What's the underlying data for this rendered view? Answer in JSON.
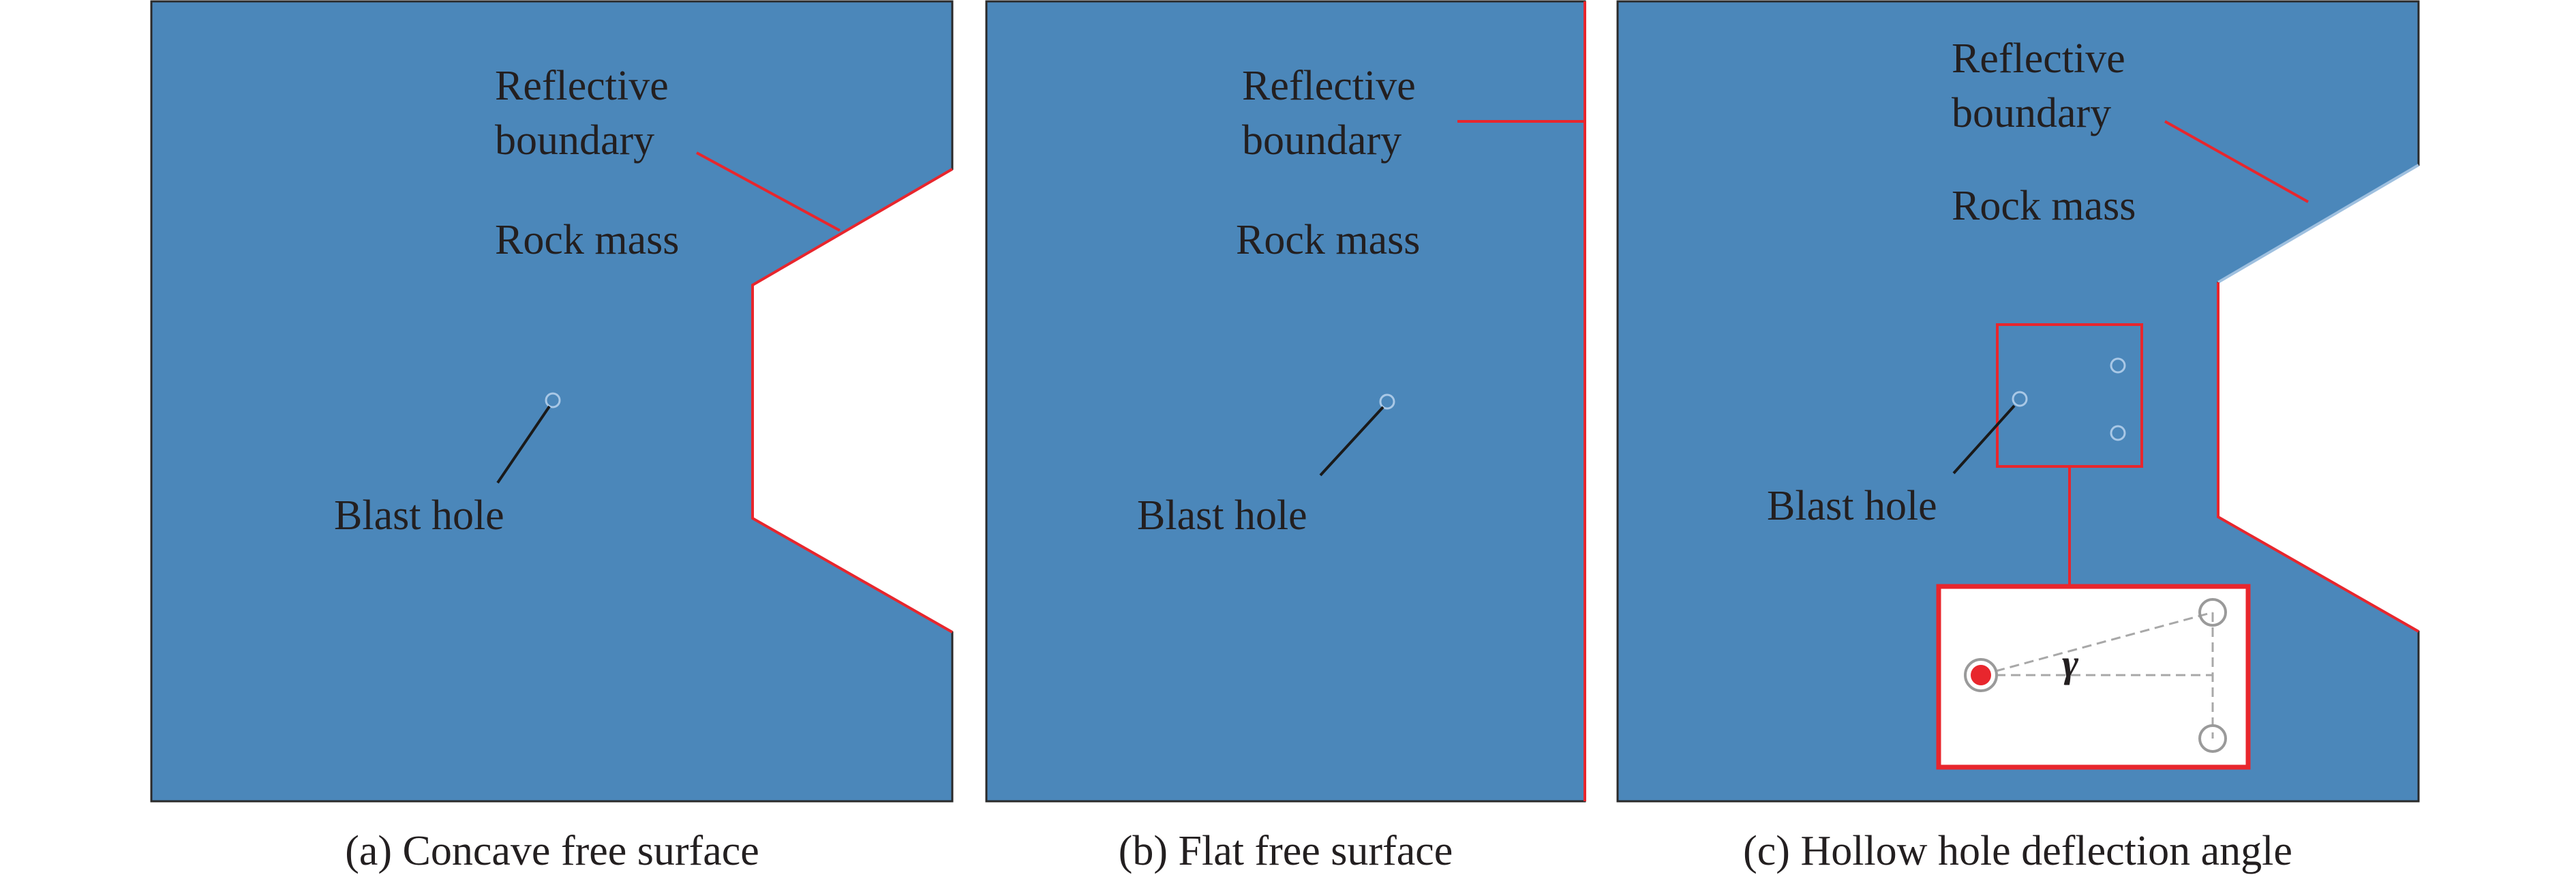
{
  "colors": {
    "rock": "#4b87ba",
    "boundary": "#e8262d",
    "leader": "#1a1a1a",
    "inset_bg": "#ffffff",
    "charged_hole": "#e8262d",
    "empty_hole": "#9a9a9a"
  },
  "panels": [
    {
      "boundary_label_1": "Reflective",
      "boundary_label_2": "boundary",
      "rock_label": "Rock mass",
      "hole_label": "Blast hole",
      "caption": "(a) Concave free surface"
    },
    {
      "boundary_label_1": "Reflective",
      "boundary_label_2": "boundary",
      "rock_label": "Rock mass",
      "hole_label": "Blast hole",
      "caption": "(b) Flat free surface"
    },
    {
      "boundary_label_1": "Reflective",
      "boundary_label_2": "boundary",
      "rock_label": "Rock mass",
      "hole_label": "Blast hole",
      "caption": "(c) Hollow hole deflection angle",
      "angle_symbol": "γ"
    }
  ]
}
